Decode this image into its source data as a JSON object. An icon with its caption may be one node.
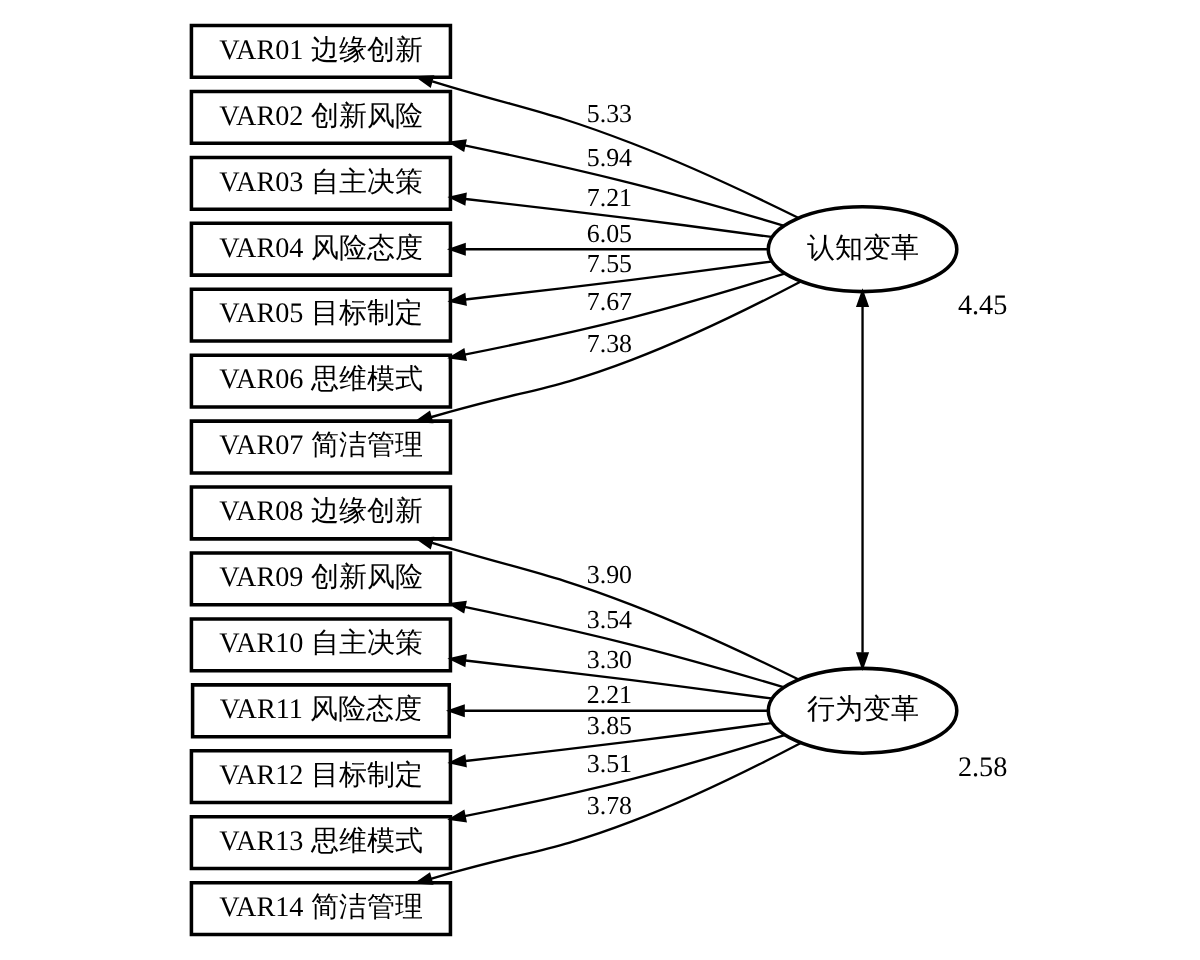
{
  "diagram": {
    "nodes": [
      {
        "text": [
          "VAR01 边缘创新"
        ]
      },
      {
        "text": [
          "VAR02 创新风险"
        ]
      },
      {
        "text": [
          "VAR03 自主决策"
        ]
      },
      {
        "text": [
          "VAR04 风险态度"
        ]
      },
      {
        "text": [
          "VAR05 目标制定"
        ]
      },
      {
        "text": [
          "VAR06 思维模式"
        ]
      },
      {
        "text": [
          "VAR07 简洁管理"
        ]
      },
      {
        "text": [
          "认知变革"
        ],
        "beside": [
          "4.45"
        ]
      },
      {
        "text": [
          "VAR08 边缘创新"
        ]
      },
      {
        "text": [
          "VAR09 创新风险"
        ]
      },
      {
        "text": [
          "VAR10 自主决策"
        ]
      },
      {
        "text": [
          "VAR11 风险态度"
        ]
      },
      {
        "text": [
          "VAR12 目标制定"
        ]
      },
      {
        "text": [
          "VAR13 思维模式"
        ]
      },
      {
        "text": [
          "VAR14 简洁管理"
        ]
      },
      {
        "text": [
          "行为变革"
        ],
        "beside": [
          "2.58"
        ]
      }
    ],
    "edges": [
      {
        "from": 7,
        "to": 0,
        "arrow": "to",
        "label": "5.33"
      },
      {
        "from": 7,
        "to": 1,
        "arrow": "to",
        "label": "5.94"
      },
      {
        "from": 7,
        "to": 2,
        "arrow": "to",
        "label": "7.21"
      },
      {
        "from": 7,
        "to": 3,
        "arrow": "to",
        "label": "6.05"
      },
      {
        "from": 7,
        "to": 4,
        "arrow": "to",
        "label": "7.55"
      },
      {
        "from": 7,
        "to": 5,
        "arrow": "to",
        "label": "7.67"
      },
      {
        "from": 7,
        "to": 6,
        "arrow": "to",
        "label": "7.38"
      },
      {
        "from": 15,
        "to": 8,
        "arrow": "to",
        "label": "3.90"
      },
      {
        "from": 15,
        "to": 9,
        "arrow": "to",
        "label": "3.54"
      },
      {
        "from": 15,
        "to": 10,
        "arrow": "to",
        "label": "3.30"
      },
      {
        "from": 15,
        "to": 11,
        "arrow": "to",
        "label": "2.21"
      },
      {
        "from": 15,
        "to": 12,
        "arrow": "to",
        "label": "3.85"
      },
      {
        "from": 15,
        "to": 13,
        "arrow": "to",
        "label": "3.51"
      },
      {
        "from": 15,
        "to": 14,
        "arrow": "to",
        "label": "3.78"
      },
      {
        "from": 7,
        "to": 15,
        "arrow": "both"
      }
    ]
  }
}
